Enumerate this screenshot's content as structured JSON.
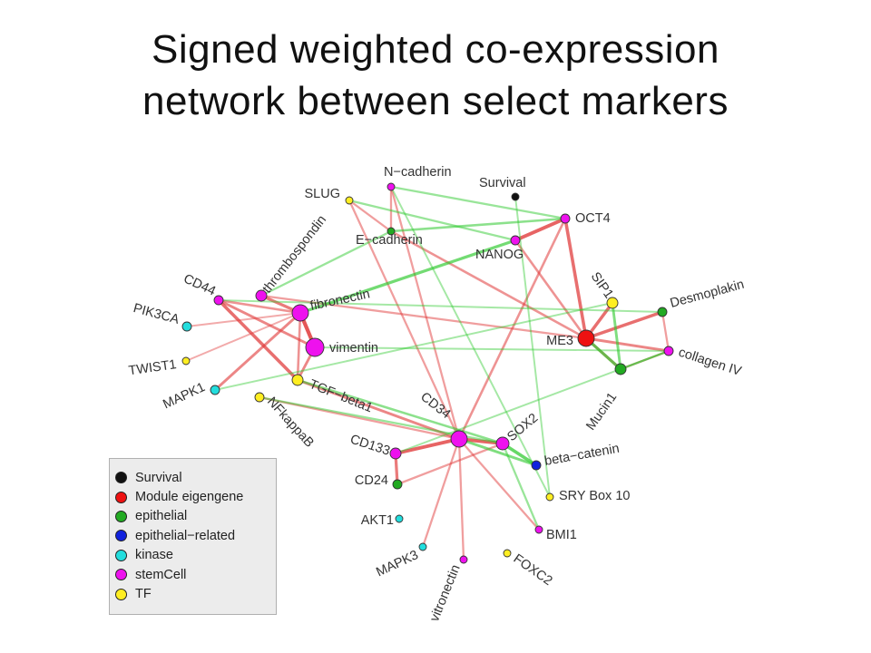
{
  "title": {
    "line1": "Signed weighted co-expression",
    "line2": "network between select markers"
  },
  "edge_colors": {
    "positive": "#e03a3a",
    "negative": "#2ec92e"
  },
  "categories": [
    {
      "key": "survival",
      "label": "Survival",
      "color": "#111111"
    },
    {
      "key": "module",
      "label": "Module eigengene",
      "color": "#ee1111"
    },
    {
      "key": "epithelial",
      "label": "epithelial",
      "color": "#22aa22"
    },
    {
      "key": "epirel",
      "label": "epithelial−related",
      "color": "#1122dd"
    },
    {
      "key": "kinase",
      "label": "kinase",
      "color": "#22dddd"
    },
    {
      "key": "stemcell",
      "label": "stemCell",
      "color": "#ee11ee"
    },
    {
      "key": "tf",
      "label": "TF",
      "color": "#ffee22"
    }
  ],
  "nodes": [
    {
      "id": "ncad",
      "label": "N−cadherin",
      "category": "stemcell"
    },
    {
      "id": "survival",
      "label": "Survival",
      "category": "survival"
    },
    {
      "id": "slug",
      "label": "SLUG",
      "category": "tf"
    },
    {
      "id": "ecad",
      "label": "E−cadherin",
      "category": "epithelial"
    },
    {
      "id": "oct4",
      "label": "OCT4",
      "category": "stemcell"
    },
    {
      "id": "nanog",
      "label": "NANOG",
      "category": "stemcell"
    },
    {
      "id": "thrombo",
      "label": "thrombospondin",
      "category": "stemcell"
    },
    {
      "id": "fibro",
      "label": "fibronectin",
      "category": "stemcell"
    },
    {
      "id": "cd44",
      "label": "CD44",
      "category": "stemcell"
    },
    {
      "id": "pik3ca",
      "label": "PIK3CA",
      "category": "kinase"
    },
    {
      "id": "twist1",
      "label": "TWIST1",
      "category": "tf"
    },
    {
      "id": "vimentin",
      "label": "vimentin",
      "category": "stemcell"
    },
    {
      "id": "mapk1",
      "label": "MAPK1",
      "category": "kinase"
    },
    {
      "id": "tgfb1",
      "label": "TGF−beta1",
      "category": "tf"
    },
    {
      "id": "nfkb",
      "label": "NFkappaB",
      "category": "tf"
    },
    {
      "id": "sip1",
      "label": "SIP1",
      "category": "tf"
    },
    {
      "id": "desmo",
      "label": "Desmoplakin",
      "category": "epithelial"
    },
    {
      "id": "me3",
      "label": "ME3",
      "category": "module"
    },
    {
      "id": "col4",
      "label": "collagen IV",
      "category": "stemcell"
    },
    {
      "id": "mucin1",
      "label": "Mucin1",
      "category": "epithelial"
    },
    {
      "id": "cd34",
      "label": "CD34",
      "category": "stemcell"
    },
    {
      "id": "sox2",
      "label": "SOX2",
      "category": "stemcell"
    },
    {
      "id": "cd133",
      "label": "CD133",
      "category": "stemcell"
    },
    {
      "id": "betacat",
      "label": "beta−catenin",
      "category": "epirel"
    },
    {
      "id": "cd24",
      "label": "CD24",
      "category": "epithelial"
    },
    {
      "id": "sry",
      "label": "SRY Box 10",
      "category": "tf"
    },
    {
      "id": "akt1",
      "label": "AKT1",
      "category": "kinase"
    },
    {
      "id": "bmi1",
      "label": "BMI1",
      "category": "stemcell"
    },
    {
      "id": "mapk3",
      "label": "MAPK3",
      "category": "kinase"
    },
    {
      "id": "foxc2",
      "label": "FOXC2",
      "category": "tf"
    },
    {
      "id": "vitro",
      "label": "vitronectin",
      "category": "stemcell"
    }
  ],
  "edges": [
    {
      "from": "fibro",
      "to": "vimentin",
      "sign": "positive",
      "weight": 1.0
    },
    {
      "from": "cd44",
      "to": "tgfb1",
      "sign": "positive",
      "weight": 0.8
    },
    {
      "from": "cd44",
      "to": "vimentin",
      "sign": "positive",
      "weight": 0.6
    },
    {
      "from": "thrombo",
      "to": "fibro",
      "sign": "positive",
      "weight": 0.7
    },
    {
      "from": "fibro",
      "to": "mapk1",
      "sign": "positive",
      "weight": 0.6
    },
    {
      "from": "vimentin",
      "to": "tgfb1",
      "sign": "positive",
      "weight": 0.6
    },
    {
      "from": "fibro",
      "to": "tgfb1",
      "sign": "positive",
      "weight": 0.5
    },
    {
      "from": "cd44",
      "to": "fibro",
      "sign": "positive",
      "weight": 0.5
    },
    {
      "from": "tgfb1",
      "to": "cd34",
      "sign": "positive",
      "weight": 0.6
    },
    {
      "from": "cd34",
      "to": "sox2",
      "sign": "positive",
      "weight": 0.9
    },
    {
      "from": "cd34",
      "to": "cd133",
      "sign": "positive",
      "weight": 0.9
    },
    {
      "from": "cd133",
      "to": "cd24",
      "sign": "positive",
      "weight": 0.7
    },
    {
      "from": "cd34",
      "to": "oct4",
      "sign": "positive",
      "weight": 0.5
    },
    {
      "from": "cd34",
      "to": "ncad",
      "sign": "positive",
      "weight": 0.4
    },
    {
      "from": "cd34",
      "to": "bmi1",
      "sign": "positive",
      "weight": 0.4
    },
    {
      "from": "cd34",
      "to": "vitro",
      "sign": "positive",
      "weight": 0.4
    },
    {
      "from": "cd34",
      "to": "mapk3",
      "sign": "positive",
      "weight": 0.4
    },
    {
      "from": "nanog",
      "to": "oct4",
      "sign": "positive",
      "weight": 0.9
    },
    {
      "from": "nanog",
      "to": "me3",
      "sign": "positive",
      "weight": 0.5
    },
    {
      "from": "oct4",
      "to": "me3",
      "sign": "positive",
      "weight": 0.8
    },
    {
      "from": "sip1",
      "to": "me3",
      "sign": "positive",
      "weight": 0.8
    },
    {
      "from": "me3",
      "to": "desmo",
      "sign": "positive",
      "weight": 0.8
    },
    {
      "from": "me3",
      "to": "col4",
      "sign": "positive",
      "weight": 0.6
    },
    {
      "from": "me3",
      "to": "mucin1",
      "sign": "positive",
      "weight": 0.6
    },
    {
      "from": "ecad",
      "to": "me3",
      "sign": "positive",
      "weight": 0.5
    },
    {
      "from": "thrombo",
      "to": "me3",
      "sign": "positive",
      "weight": 0.4
    },
    {
      "from": "slug",
      "to": "cd34",
      "sign": "positive",
      "weight": 0.4
    },
    {
      "from": "ncad",
      "to": "ecad",
      "sign": "positive",
      "weight": 0.4
    },
    {
      "from": "slug",
      "to": "ecad",
      "sign": "positive",
      "weight": 0.4
    },
    {
      "from": "nfkb",
      "to": "cd34",
      "sign": "positive",
      "weight": 0.4
    },
    {
      "from": "pik3ca",
      "to": "fibro",
      "sign": "positive",
      "weight": 0.3
    },
    {
      "from": "twist1",
      "to": "fibro",
      "sign": "positive",
      "weight": 0.3
    },
    {
      "from": "col4",
      "to": "desmo",
      "sign": "positive",
      "weight": 0.4
    },
    {
      "from": "mucin1",
      "to": "col4",
      "sign": "positive",
      "weight": 0.4
    },
    {
      "from": "cd24",
      "to": "sox2",
      "sign": "positive",
      "weight": 0.4
    },
    {
      "from": "fibro",
      "to": "nanog",
      "sign": "negative",
      "weight": 0.7
    },
    {
      "from": "sox2",
      "to": "betacat",
      "sign": "negative",
      "weight": 0.8
    },
    {
      "from": "cd34",
      "to": "betacat",
      "sign": "negative",
      "weight": 0.6
    },
    {
      "from": "me3",
      "to": "mucin1",
      "sign": "negative",
      "weight": 0.7
    },
    {
      "from": "sip1",
      "to": "mucin1",
      "sign": "negative",
      "weight": 0.6
    },
    {
      "from": "ecad",
      "to": "oct4",
      "sign": "negative",
      "weight": 0.5
    },
    {
      "from": "slug",
      "to": "nanog",
      "sign": "negative",
      "weight": 0.4
    },
    {
      "from": "tgfb1",
      "to": "sox2",
      "sign": "negative",
      "weight": 0.5
    },
    {
      "from": "nfkb",
      "to": "sox2",
      "sign": "negative",
      "weight": 0.4
    },
    {
      "from": "sox2",
      "to": "bmi1",
      "sign": "negative",
      "weight": 0.4
    },
    {
      "from": "ncad",
      "to": "oct4",
      "sign": "negative",
      "weight": 0.4
    },
    {
      "from": "mucin1",
      "to": "col4",
      "sign": "negative",
      "weight": 0.4
    },
    {
      "from": "thrombo",
      "to": "ecad",
      "sign": "negative",
      "weight": 0.4
    },
    {
      "from": "cd133",
      "to": "col4",
      "sign": "negative",
      "weight": 0.3
    },
    {
      "from": "vimentin",
      "to": "col4",
      "sign": "negative",
      "weight": 0.3
    },
    {
      "from": "mapk1",
      "to": "sip1",
      "sign": "negative",
      "weight": 0.3
    },
    {
      "from": "cd44",
      "to": "desmo",
      "sign": "negative",
      "weight": 0.3
    },
    {
      "from": "sry",
      "to": "ncad",
      "sign": "negative",
      "weight": 0.3
    },
    {
      "from": "survival",
      "to": "sry",
      "sign": "negative",
      "weight": 0.3
    }
  ]
}
